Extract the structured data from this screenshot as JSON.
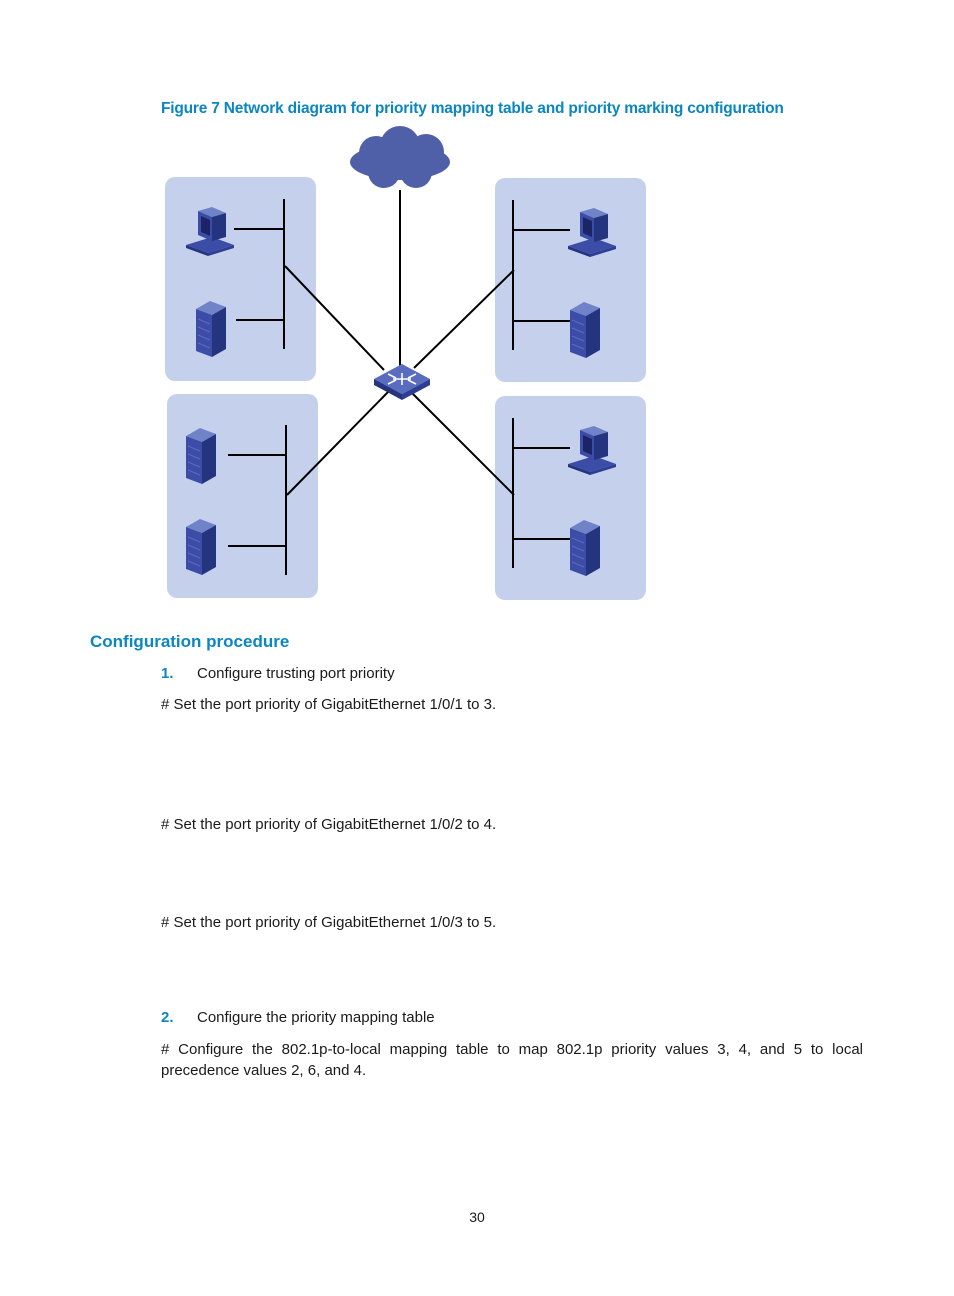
{
  "figure": {
    "caption": "Figure 7 Network diagram for priority mapping table and priority marking configuration"
  },
  "section": {
    "heading": "Configuration procedure"
  },
  "steps": [
    {
      "number": "1.",
      "label": "Configure trusting port priority",
      "comments": [
        "# Set the port priority of GigabitEthernet 1/0/1 to 3.",
        "# Set the port priority of GigabitEthernet 1/0/2 to 4.",
        "# Set the port priority of GigabitEthernet 1/0/3 to 5."
      ]
    },
    {
      "number": "2.",
      "label": "Configure the priority mapping table",
      "comments": [
        "# Configure the 802.1p-to-local mapping table to map 802.1p priority values 3, 4, and 5 to local precedence values 2, 6, and 4."
      ]
    }
  ],
  "page_number": "30",
  "colors": {
    "accent": "#0b86bf",
    "group_fill": "#c5d1ec",
    "device_fill": "#3b4da6",
    "cloud_fill": "#5060a8"
  }
}
